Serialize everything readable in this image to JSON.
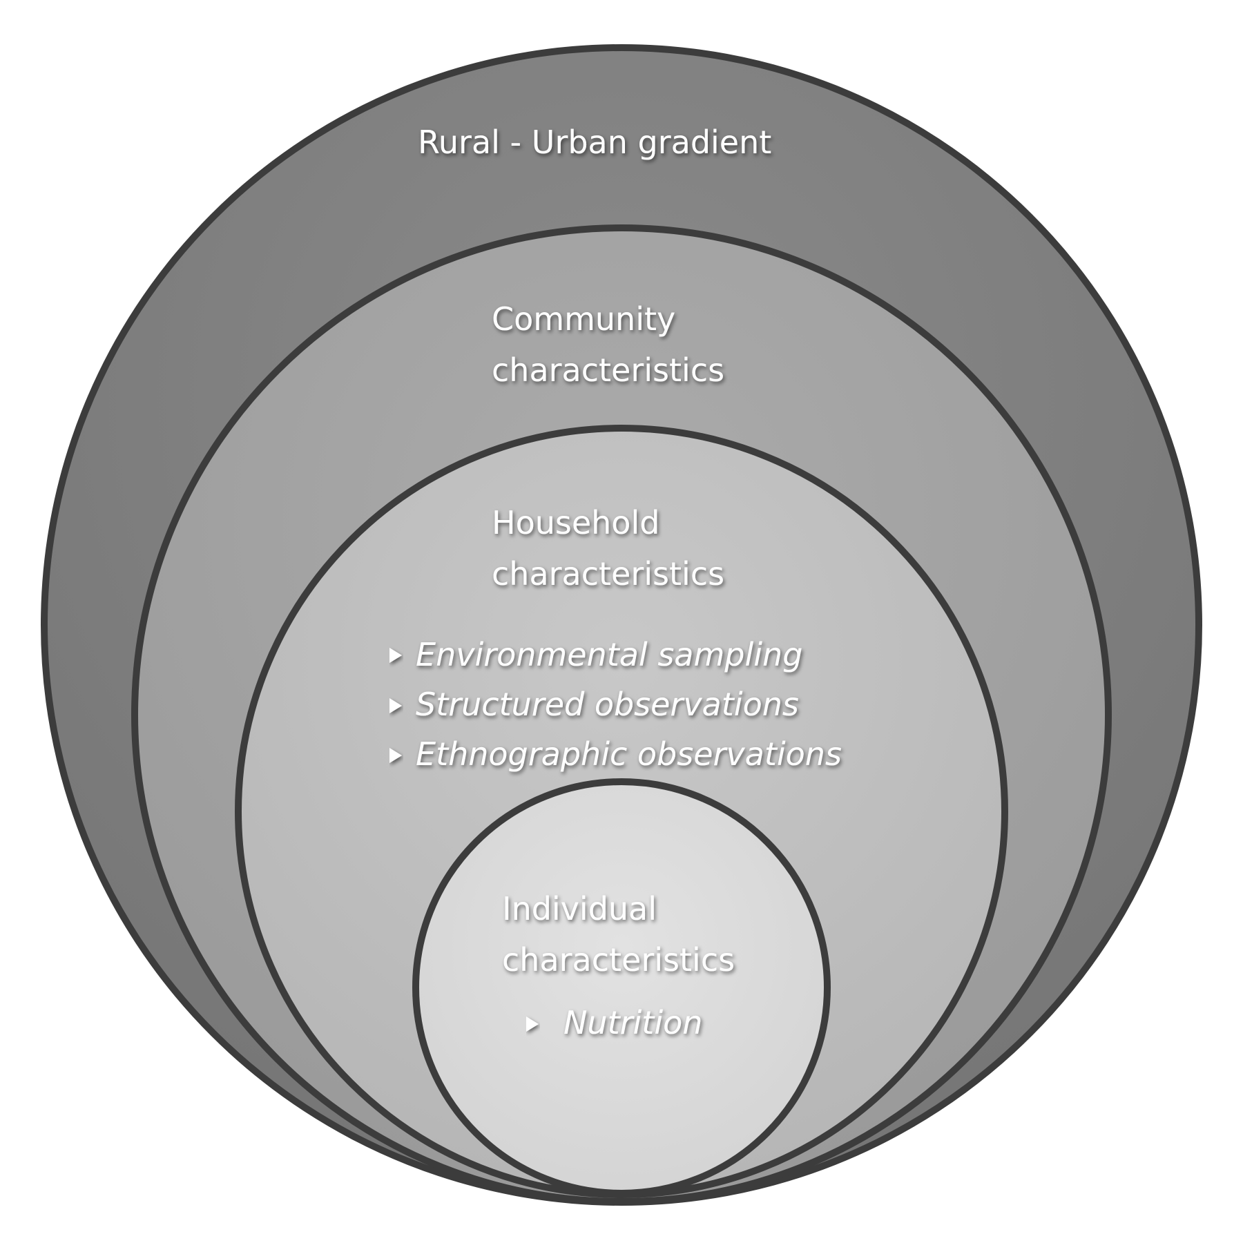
{
  "levels": [
    {
      "title_lines": [
        "Rural - Urban gradient"
      ],
      "items": []
    },
    {
      "title_lines": [
        "Community",
        "characteristics"
      ],
      "items": []
    },
    {
      "title_lines": [
        "Household",
        "characteristics"
      ],
      "items": [
        "Environmental sampling",
        "Structured observations",
        "Ethnographic observations"
      ]
    },
    {
      "title_lines": [
        "Individual",
        "characteristics"
      ],
      "items": [
        "Nutrition"
      ]
    }
  ],
  "colors": {
    "outline": "#3c3c3c",
    "level_1_fill": "#7f7f7f",
    "level_2_fill": "#a3a3a3",
    "level_3_fill": "#c0c0c0",
    "level_4_fill": "#dcdcdc",
    "text": "#ffffff"
  }
}
